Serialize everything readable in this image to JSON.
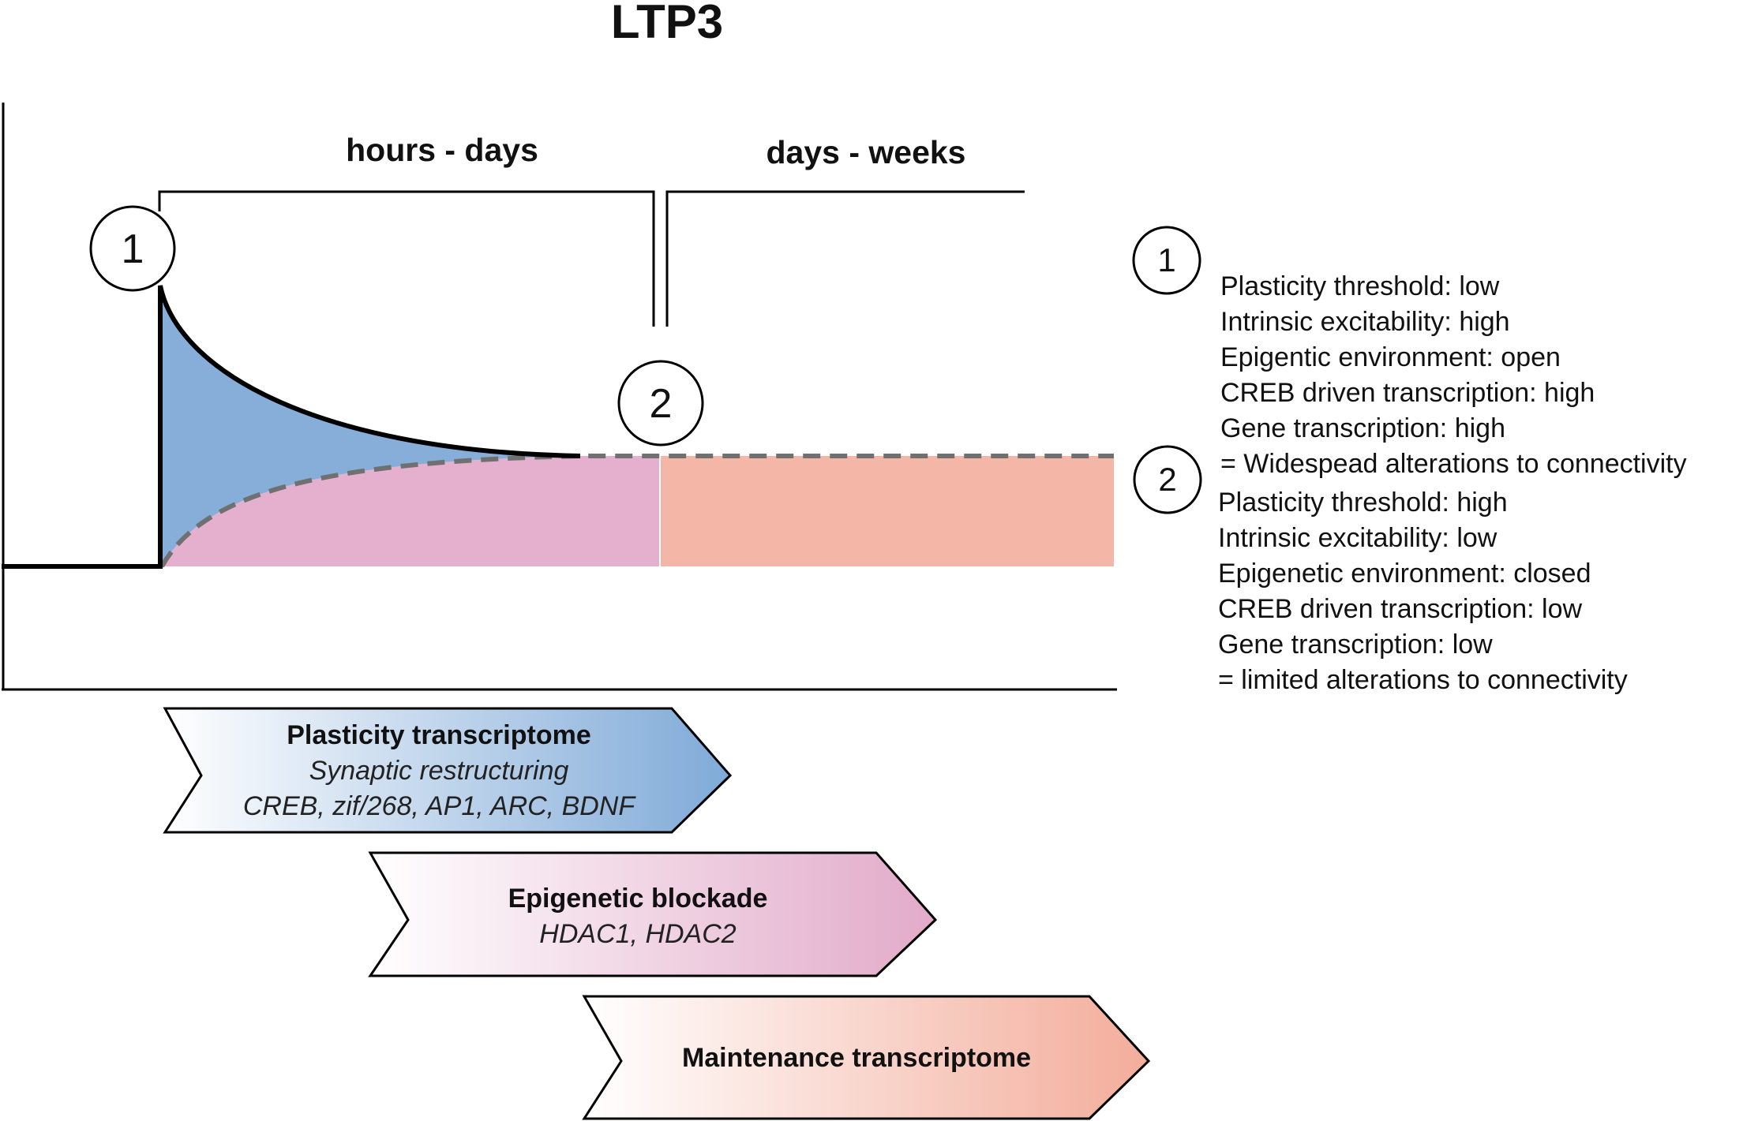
{
  "title": "LTP3",
  "phases": {
    "early": "hours - days",
    "late": "days - weeks"
  },
  "markers": {
    "one": "1",
    "two": "2"
  },
  "legend": {
    "state1": {
      "number": "1",
      "lines": [
        "Plasticity threshold: low",
        "Intrinsic excitability: high",
        "Epigentic environment: open",
        "CREB driven transcription: high",
        "Gene transcription: high",
        "= Widespead alterations to connectivity"
      ]
    },
    "state2": {
      "number": "2",
      "lines": [
        "Plasticity threshold: high",
        "Intrinsic excitability: low",
        "Epigenetic environment: closed",
        "CREB driven transcription: low",
        "Gene transcription: low",
        "= limited alterations to connectivity"
      ]
    }
  },
  "arrows": {
    "plasticity": {
      "title": "Plasticity transcriptome",
      "subtitle": "Synaptic restructuring",
      "genes": "CREB, zif/268, AP1, ARC, BDNF"
    },
    "epigenetic": {
      "title": "Epigenetic blockade",
      "genes": "HDAC1, HDAC2"
    },
    "maintenance": {
      "title": "Maintenance transcriptome"
    }
  },
  "colors": {
    "plasticity": "#87afd9",
    "epigenetic": "#e4b0cc",
    "maintenance": "#f4b6a6",
    "line": "#000000",
    "dashed": "#707070"
  }
}
